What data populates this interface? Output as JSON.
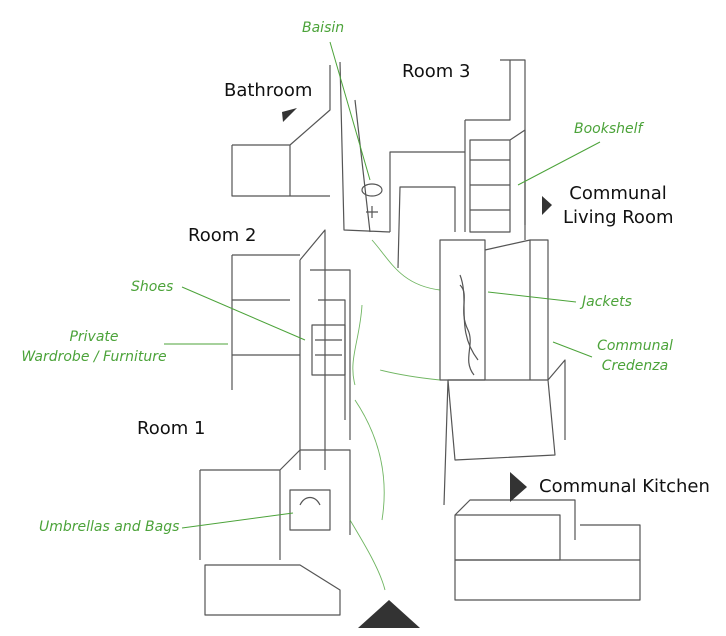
{
  "rooms": {
    "bathroom": "Bathroom",
    "room3": "Room 3",
    "room2": "Room 2",
    "room1": "Room 1",
    "living_room_line1": "Communal",
    "living_room_line2": "Living Room",
    "kitchen": "Communal Kitchen"
  },
  "annotations": {
    "baisin": "Baisin",
    "bookshelf": "Bookshelf",
    "shoes": "Shoes",
    "private_line1": "Private",
    "private_line2": "Wardrobe / Furniture",
    "jackets": "Jackets",
    "credenza_line1": "Communal",
    "credenza_line2": "Credenza",
    "umbrellas": "Umbrellas and Bags"
  },
  "colors": {
    "annotation": "#4ca33a",
    "room_label": "#111111",
    "sketch_line": "#555555",
    "arrow": "#333333"
  }
}
